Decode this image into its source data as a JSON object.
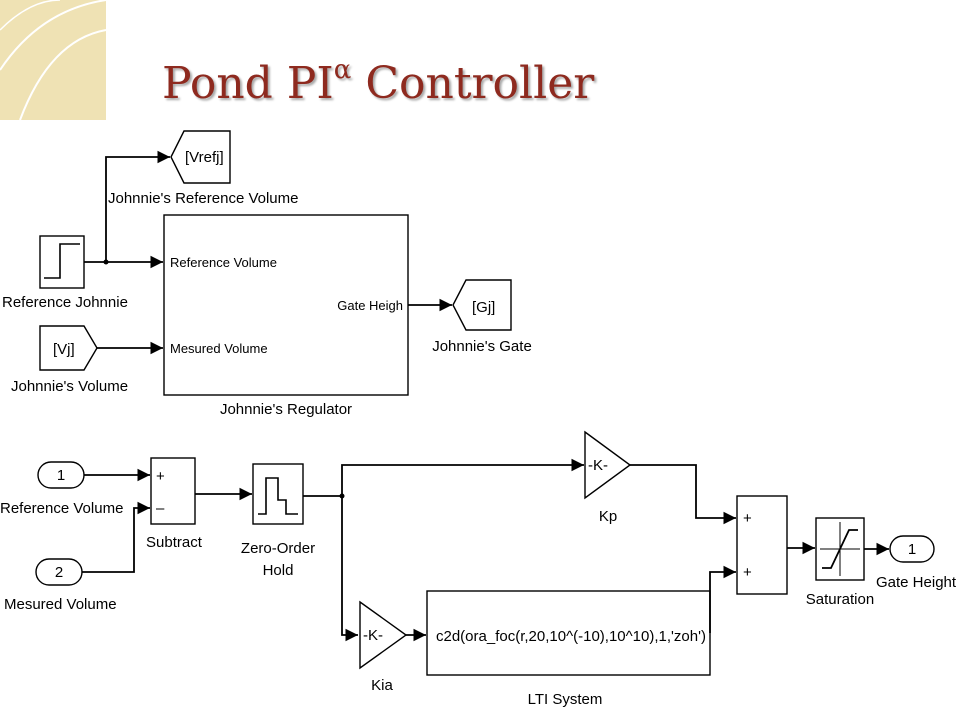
{
  "slide": {
    "title_main": "Pond PI",
    "title_sup": "α",
    "title_tail": " Controller"
  },
  "top": {
    "goto_vref": "[Vrefj]",
    "label_ref_volume": "Johnnie's Reference Volume",
    "step_label": "Reference Johnnie",
    "from_vj": "[Vj]",
    "label_johnnies_volume": "Johnnie's Volume",
    "regulator_in1": "Reference Volume",
    "regulator_in2": "Mesured Volume",
    "regulator_out": "Gate Heigh",
    "regulator_name": "Johnnie's Regulator",
    "goto_gj": "[Gj]",
    "label_johnnies_gate": "Johnnie's Gate"
  },
  "bottom": {
    "in1_num": "1",
    "in1_label": "Reference Volume",
    "in2_num": "2",
    "in2_label": "Mesured Volume",
    "sub_plus": "+",
    "sub_minus": "–",
    "subtract_label": "Subtract",
    "zoh_label_line1": "Zero-Order",
    "zoh_label_line2": "Hold",
    "kp_gain": "-K-",
    "kp_label": "Kp",
    "kia_gain": "-K-",
    "kia_label": "Kia",
    "lti_expr": "c2d(ora_foc(r,20,10^(-10),10^10),1,'zoh')",
    "lti_label": "LTI System",
    "sum_plus1": "+",
    "sum_plus2": "+",
    "saturation_label": "Saturation",
    "out_num": "1",
    "out_label": "Gate Height"
  }
}
